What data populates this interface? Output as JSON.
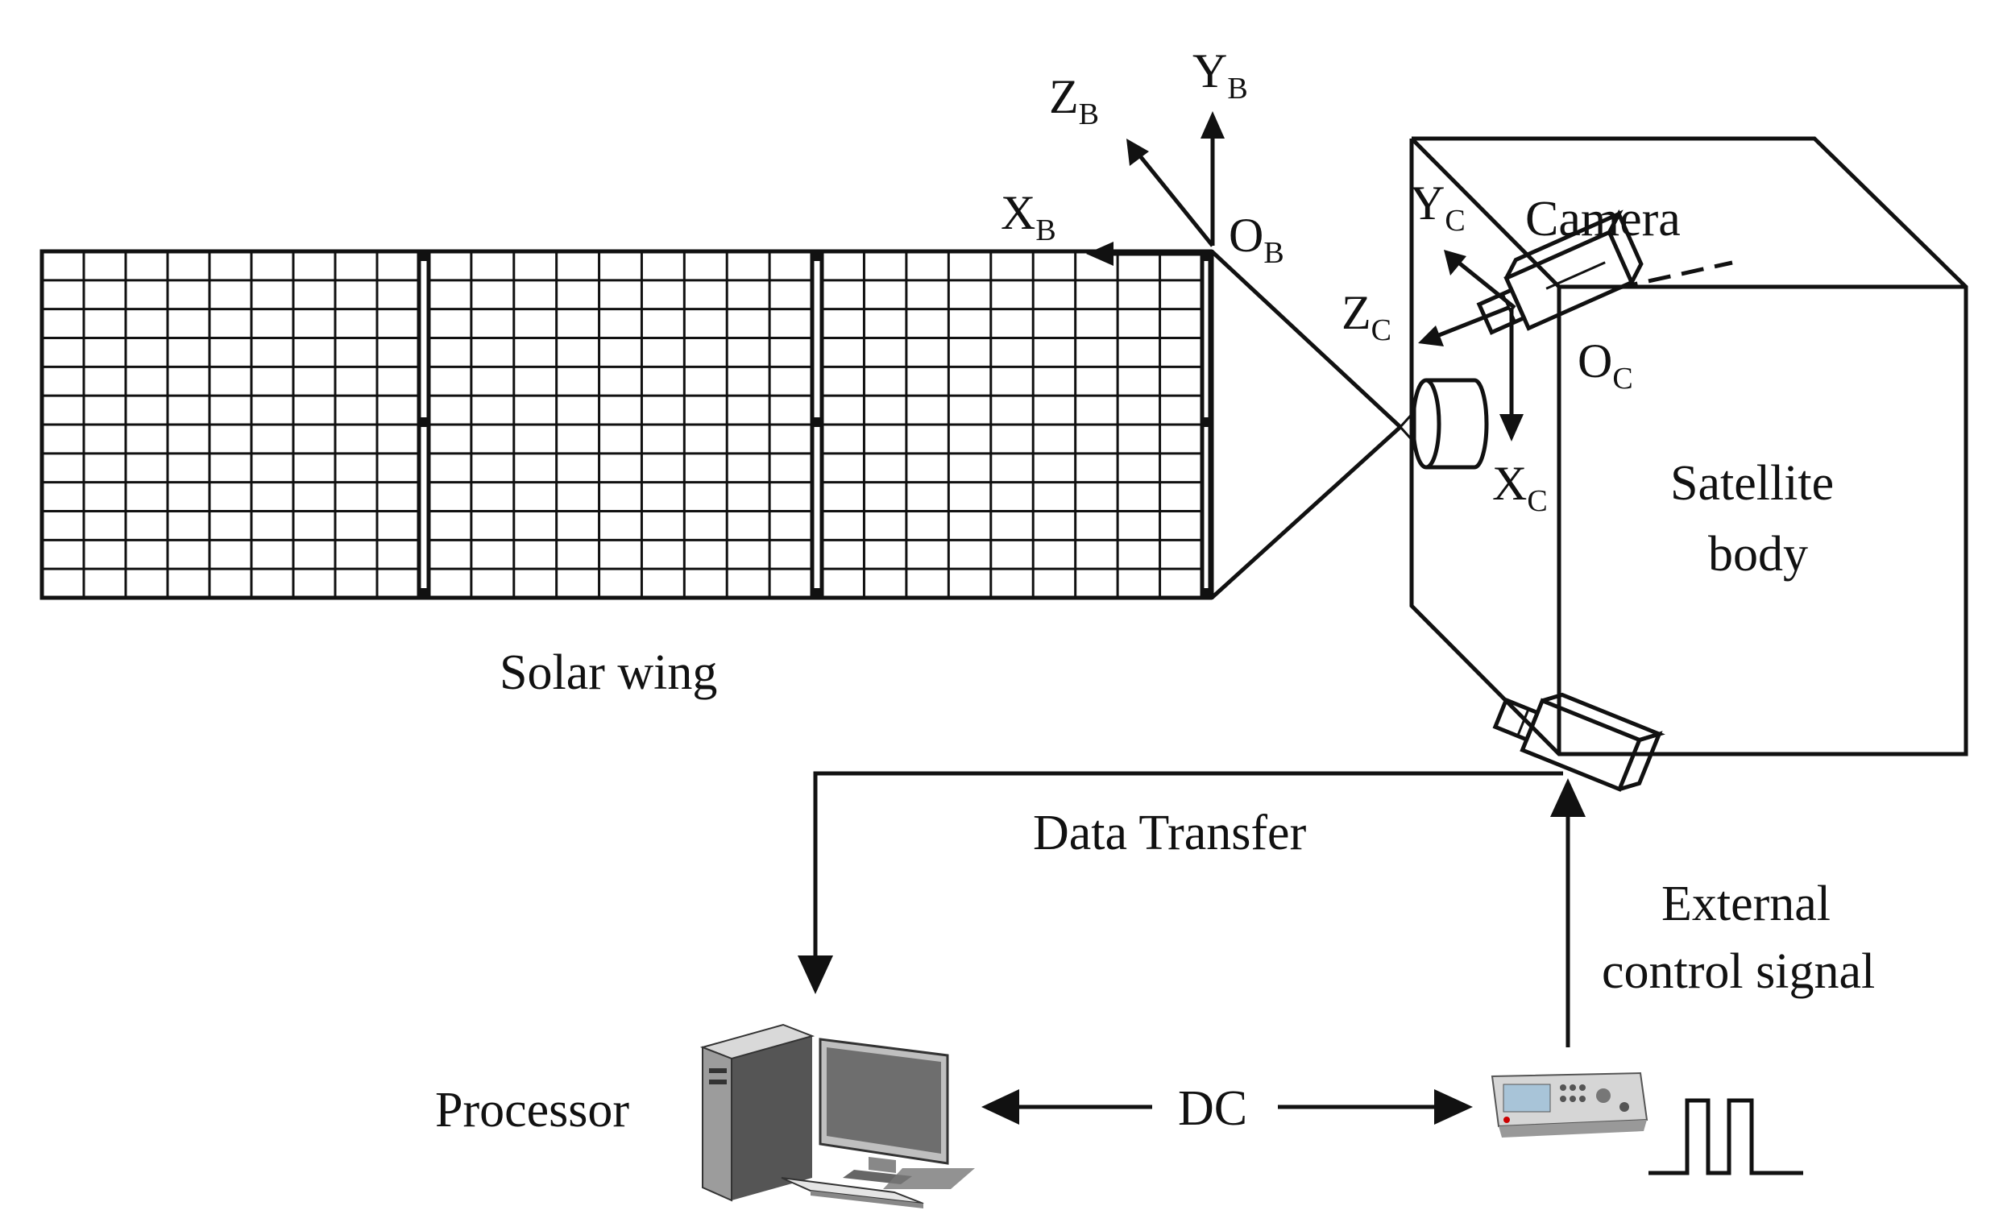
{
  "labels": {
    "solar_wing": "Solar wing",
    "satellite_body_line1": "Satellite",
    "satellite_body_line2": "body",
    "camera": "Camera",
    "data_transfer": "Data Transfer",
    "external_line1": "External",
    "external_line2": "control signal",
    "processor": "Processor",
    "dc": "DC"
  },
  "axes": {
    "body_frame": {
      "x": {
        "main": "X",
        "sub": "B"
      },
      "y": {
        "main": "Y",
        "sub": "B"
      },
      "z": {
        "main": "Z",
        "sub": "B"
      },
      "o": {
        "main": "O",
        "sub": "B"
      }
    },
    "camera_frame": {
      "x": {
        "main": "X",
        "sub": "C"
      },
      "y": {
        "main": "Y",
        "sub": "C"
      },
      "z": {
        "main": "Z",
        "sub": "C"
      },
      "o": {
        "main": "O",
        "sub": "C"
      }
    }
  },
  "icons": [
    "solar-panel-icon",
    "satellite-body-icon",
    "camera-icon",
    "computer-icon",
    "signal-generator-icon",
    "square-wave-icon"
  ],
  "colors": {
    "line": "#111111",
    "background": "#ffffff"
  }
}
